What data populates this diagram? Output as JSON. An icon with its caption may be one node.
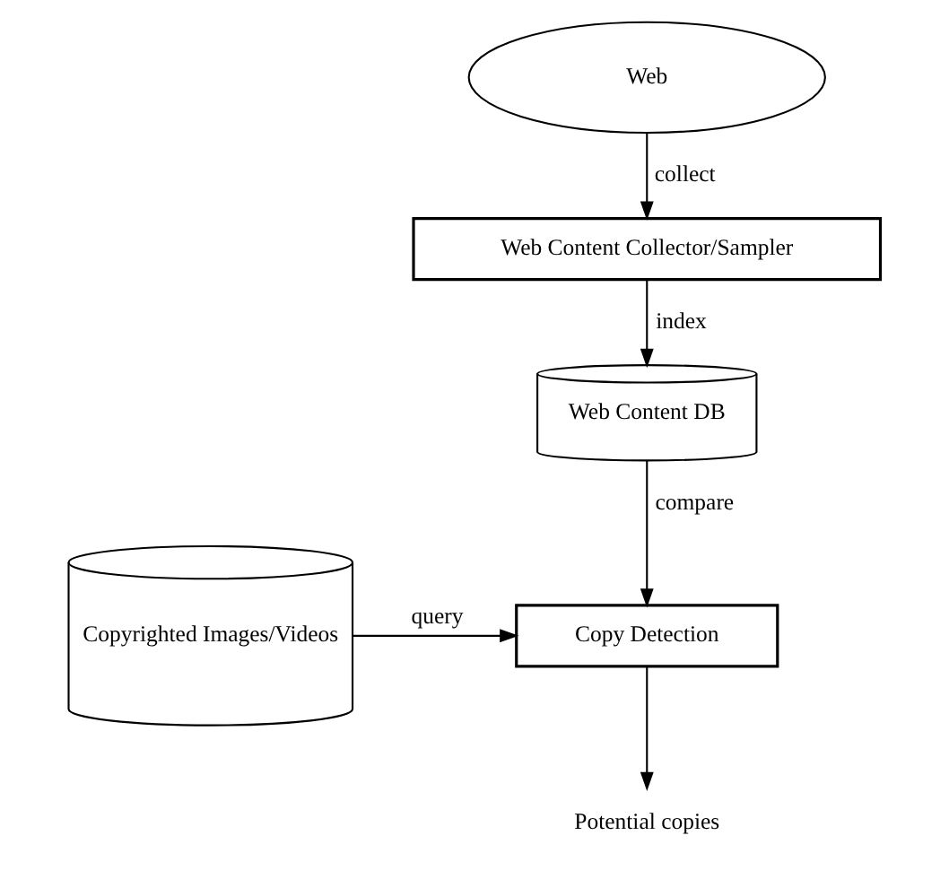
{
  "diagram": {
    "nodes": [
      {
        "text": [
          "Web"
        ]
      },
      {
        "text": [
          "Web Content Collector/Sampler"
        ]
      },
      {
        "text": [
          "Web Content DB"
        ]
      },
      {
        "text": [
          "Copyrighted Images/Videos"
        ]
      },
      {
        "text": [
          "Copy Detection"
        ]
      },
      {
        "text": [
          "Potential copies"
        ]
      }
    ],
    "edges": [
      {
        "from": 0,
        "to": 1,
        "arrow": "to",
        "label": "collect"
      },
      {
        "from": 1,
        "to": 2,
        "arrow": "to",
        "label": "index"
      },
      {
        "from": 2,
        "to": 4,
        "arrow": "to",
        "label": "compare"
      },
      {
        "from": 3,
        "to": 4,
        "arrow": "to",
        "label": "query"
      },
      {
        "from": 4,
        "to": 5,
        "arrow": "to"
      }
    ]
  }
}
